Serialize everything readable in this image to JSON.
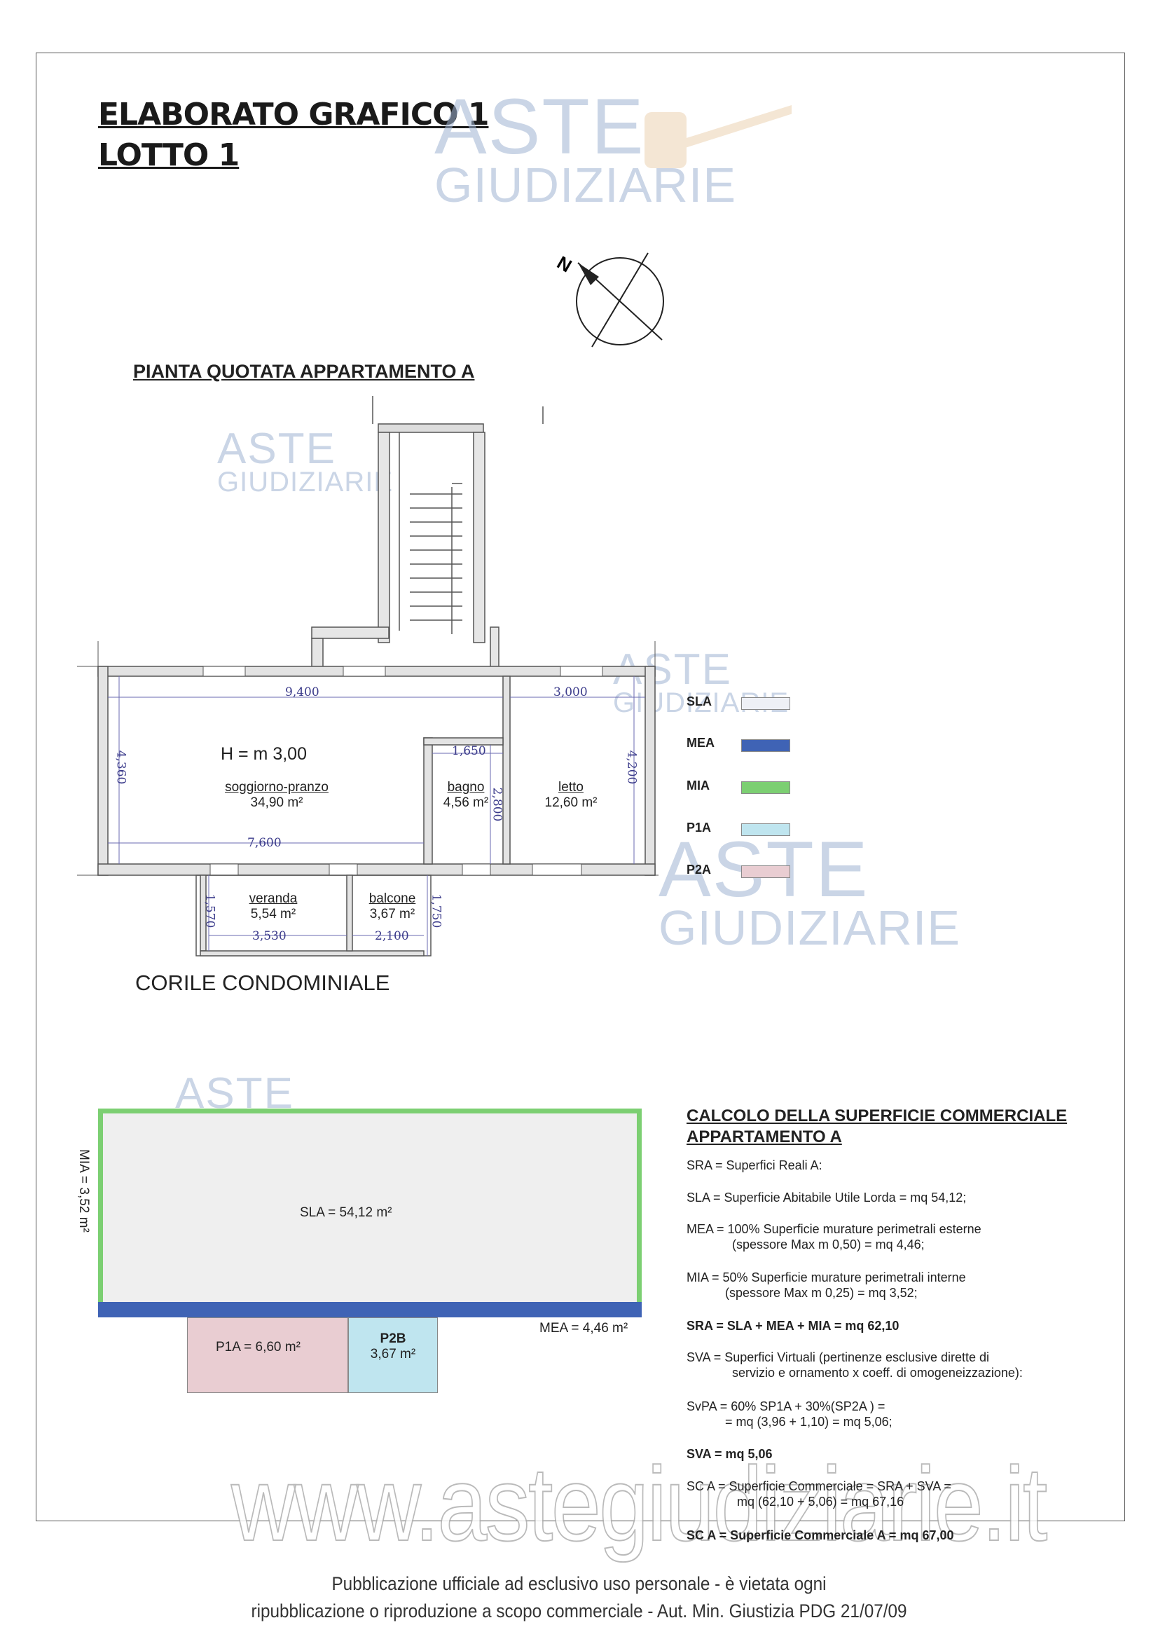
{
  "header": {
    "title_line1": "ELABORATO GRAFICO 1",
    "title_line2": "LOTTO 1"
  },
  "watermark": {
    "line1": "ASTE",
    "line2": "GIUDIZIARIE",
    "url": "www.astegiudiziarie.it"
  },
  "compass": {
    "north_label": "N"
  },
  "plan": {
    "title": "PIANTA QUOTATA  APPARTAMENTO A",
    "height_label": "H = m 3,00",
    "rooms": [
      {
        "name": "soggiorno-pranzo",
        "area": "34,90 m²"
      },
      {
        "name": "bagno",
        "area": "4,56 m²"
      },
      {
        "name": "letto",
        "area": "12,60 m²"
      },
      {
        "name": "veranda",
        "area": "5,54 m²"
      },
      {
        "name": "balcone",
        "area": "3,67 m²"
      }
    ],
    "dimensions": {
      "d9400": "9,400",
      "d3000": "3,000",
      "d4360": "4,360",
      "d4200": "4,200",
      "d1650": "1,650",
      "d2800": "2,800",
      "d7600": "7,600",
      "d1570": "1,570",
      "d3530": "3,530",
      "d2100": "2,100",
      "d1750": "1,750"
    },
    "courtyard": "CORILE CONDOMINIALE"
  },
  "legend": [
    {
      "label": "SLA",
      "color": "#eef0f6"
    },
    {
      "label": "MEA",
      "color": "#3f63b5"
    },
    {
      "label": "MIA",
      "color": "#7ccf72"
    },
    {
      "label": "P1A",
      "color": "#bfe5ef"
    },
    {
      "label": "P2A",
      "color": "#e9cdd2"
    }
  ],
  "diagram": {
    "sla": "SLA = 54,12 m²",
    "mia": "MIA = 3,52 m²",
    "mea": "MEA = 4,46 m²",
    "p1a": "P1A = 6,60 m²",
    "p2b_label": "P2B",
    "p2b_area": "3,67 m²"
  },
  "calculation": {
    "title_line1": "CALCOLO DELLA SUPERFICIE COMMERCIALE",
    "title_line2": "APPARTAMENTO A",
    "lines": [
      "SRA = Superfici Reali A:",
      "SLA = Superficie Abitabile Utile Lorda = mq 54,12;",
      "MEA = 100% Superficie murature perimetrali esterne",
      "(spessore Max m 0,50) = mq 4,46;",
      "MIA = 50% Superficie murature perimetrali interne",
      "(spessore Max m 0,25) = mq 3,52;",
      "SRA = SLA + MEA + MIA = mq 62,10",
      "SVA = Superfici Virtuali (pertinenze esclusive dirette di",
      "servizio e ornamento x coeff. di omogeneizzazione):",
      "SvPA = 60% SP1A + 30%(SP2A ) =",
      "= mq (3,96 + 1,10) = mq 5,06;",
      "SVA = mq 5,06",
      "SC A = Superficie Commerciale = SRA + SVA =",
      "mq (62,10 + 5,06) = mq 67,16",
      "SC A = Superficie Commerciale A = mq 67,00"
    ]
  },
  "footer": {
    "line1": "Pubblicazione ufficiale ad esclusivo uso personale - è vietata ogni",
    "line2": "ripubblicazione o riproduzione a scopo commerciale - Aut. Min. Giustizia PDG 21/07/09"
  }
}
